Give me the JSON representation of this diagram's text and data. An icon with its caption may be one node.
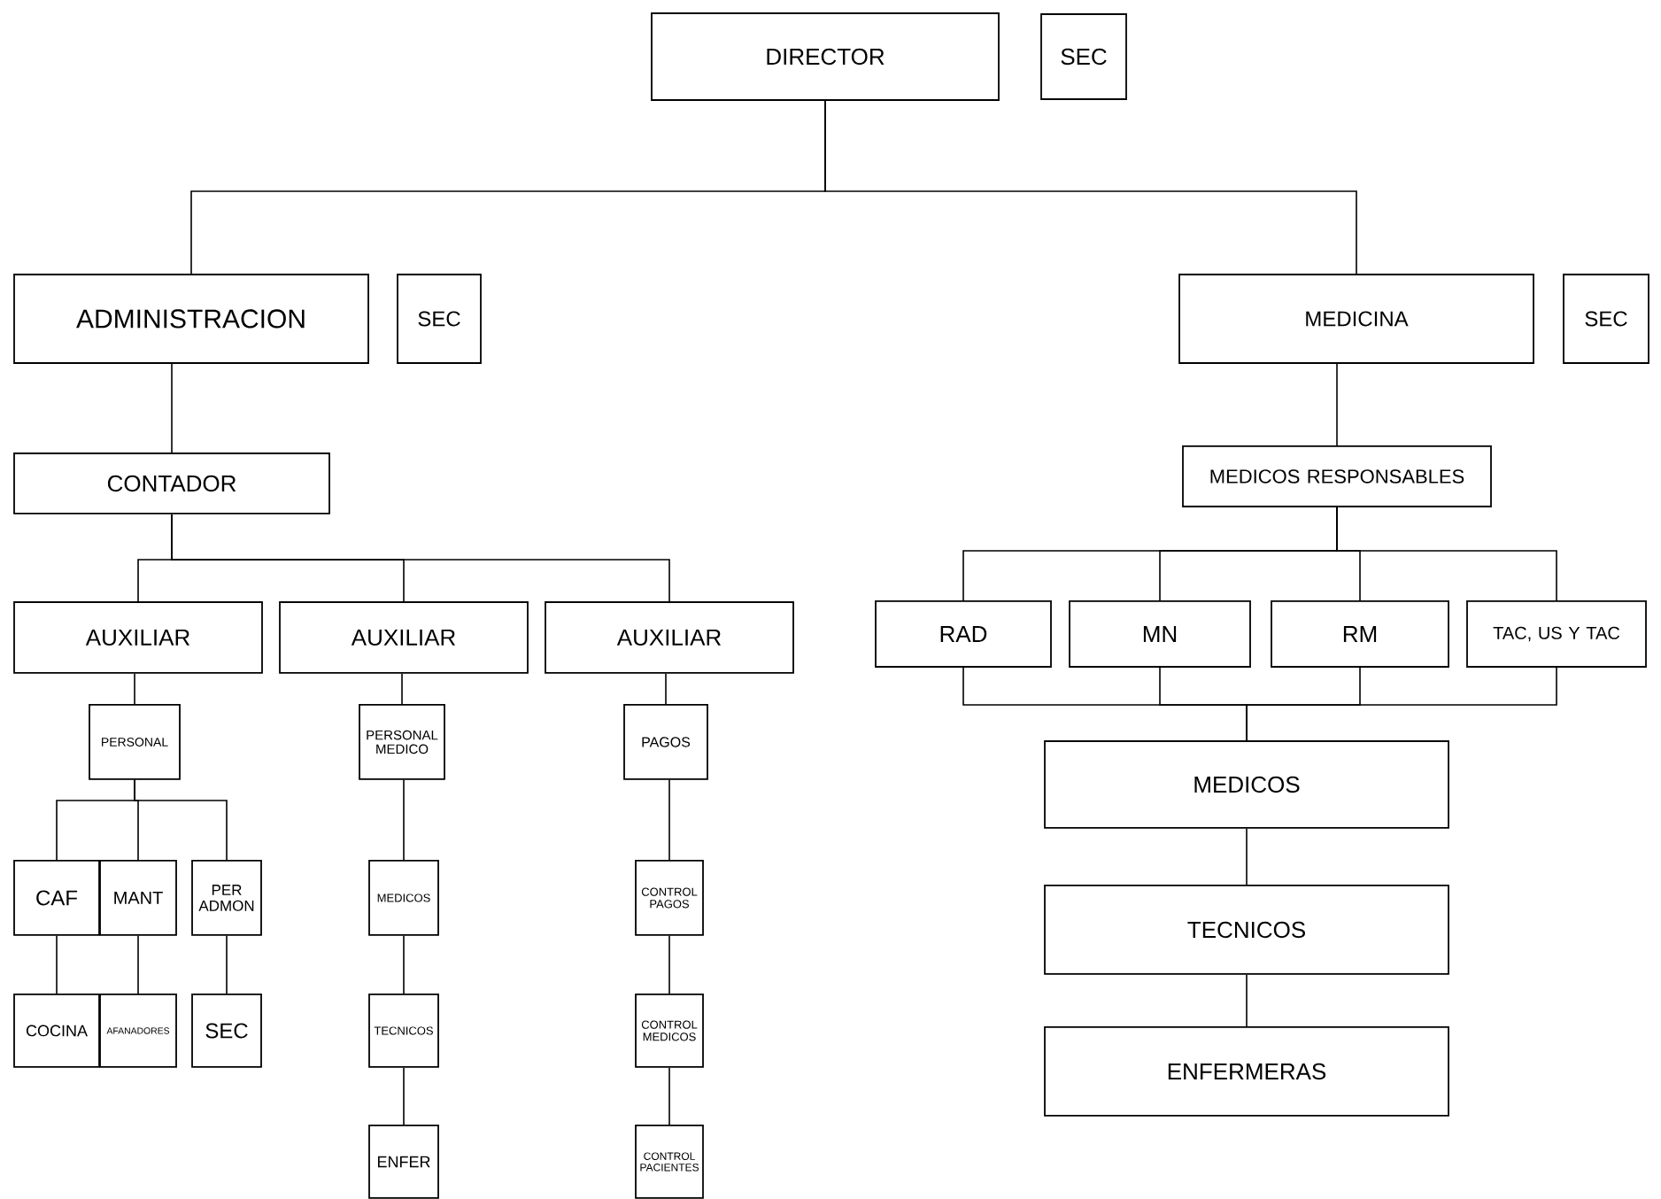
{
  "diagram": {
    "nodes": [
      {
        "text": [
          "DIRECTOR"
        ]
      },
      {
        "text": [
          "SEC"
        ]
      },
      {
        "text": [
          "ADMINISTRACION"
        ]
      },
      {
        "text": [
          "SEC"
        ]
      },
      {
        "text": [
          "MEDICINA"
        ]
      },
      {
        "text": [
          "SEC"
        ]
      },
      {
        "text": [
          "CONTADOR"
        ]
      },
      {
        "text": [
          "MEDICOS RESPONSABLES"
        ]
      },
      {
        "text": [
          "AUXILIAR"
        ]
      },
      {
        "text": [
          "AUXILIAR"
        ]
      },
      {
        "text": [
          "AUXILIAR"
        ]
      },
      {
        "text": [
          "RAD"
        ]
      },
      {
        "text": [
          "MN"
        ]
      },
      {
        "text": [
          "RM"
        ]
      },
      {
        "text": [
          "TAC, US Y TAC"
        ]
      },
      {
        "text": [
          "PERSONAL"
        ]
      },
      {
        "text": [
          "PERSONAL MEDICO"
        ]
      },
      {
        "text": [
          "PAGOS"
        ]
      },
      {
        "text": [
          "MEDICOS"
        ]
      },
      {
        "text": [
          "CAF"
        ]
      },
      {
        "text": [
          "MANT"
        ]
      },
      {
        "text": [
          "PER ADMON"
        ]
      },
      {
        "text": [
          "MEDICOS"
        ]
      },
      {
        "text": [
          "CONTROL PAGOS"
        ]
      },
      {
        "text": [
          "TECNICOS"
        ]
      },
      {
        "text": [
          "COCINA"
        ]
      },
      {
        "text": [
          "AFANADORES"
        ]
      },
      {
        "text": [
          "SEC"
        ]
      },
      {
        "text": [
          "TECNICOS"
        ]
      },
      {
        "text": [
          "CONTROL MEDICOS"
        ]
      },
      {
        "text": [
          "ENFERMERAS"
        ]
      },
      {
        "text": [
          "ENFER"
        ]
      },
      {
        "text": [
          "CONTROL PACIENTES"
        ]
      }
    ],
    "edges": [
      {
        "from": 0,
        "to": 2,
        "arrow": "none"
      },
      {
        "from": 0,
        "to": 4,
        "arrow": "none"
      },
      {
        "from": 2,
        "to": 6,
        "arrow": "none"
      },
      {
        "from": 4,
        "to": 7,
        "arrow": "none"
      },
      {
        "from": 6,
        "to": 8,
        "arrow": "none"
      },
      {
        "from": 6,
        "to": 9,
        "arrow": "none"
      },
      {
        "from": 6,
        "to": 10,
        "arrow": "none"
      },
      {
        "from": 7,
        "to": 11,
        "arrow": "none"
      },
      {
        "from": 7,
        "to": 12,
        "arrow": "none"
      },
      {
        "from": 7,
        "to": 13,
        "arrow": "none"
      },
      {
        "from": 7,
        "to": 14,
        "arrow": "none"
      },
      {
        "from": 8,
        "to": 15,
        "arrow": "none"
      },
      {
        "from": 9,
        "to": 16,
        "arrow": "none"
      },
      {
        "from": 10,
        "to": 17,
        "arrow": "none"
      },
      {
        "from": 11,
        "to": 18,
        "arrow": "none"
      },
      {
        "from": 12,
        "to": 18,
        "arrow": "none"
      },
      {
        "from": 13,
        "to": 18,
        "arrow": "none"
      },
      {
        "from": 14,
        "to": 18,
        "arrow": "none"
      },
      {
        "from": 15,
        "to": 19,
        "arrow": "none"
      },
      {
        "from": 15,
        "to": 20,
        "arrow": "none"
      },
      {
        "from": 15,
        "to": 21,
        "arrow": "none"
      },
      {
        "from": 16,
        "to": 22,
        "arrow": "none"
      },
      {
        "from": 17,
        "to": 23,
        "arrow": "none"
      },
      {
        "from": 18,
        "to": 24,
        "arrow": "none"
      },
      {
        "from": 19,
        "to": 25,
        "arrow": "none"
      },
      {
        "from": 20,
        "to": 26,
        "arrow": "none"
      },
      {
        "from": 21,
        "to": 27,
        "arrow": "none"
      },
      {
        "from": 22,
        "to": 28,
        "arrow": "none"
      },
      {
        "from": 23,
        "to": 29,
        "arrow": "none"
      },
      {
        "from": 24,
        "to": 30,
        "arrow": "none"
      },
      {
        "from": 28,
        "to": 31,
        "arrow": "none"
      },
      {
        "from": 29,
        "to": 32,
        "arrow": "none"
      }
    ]
  }
}
